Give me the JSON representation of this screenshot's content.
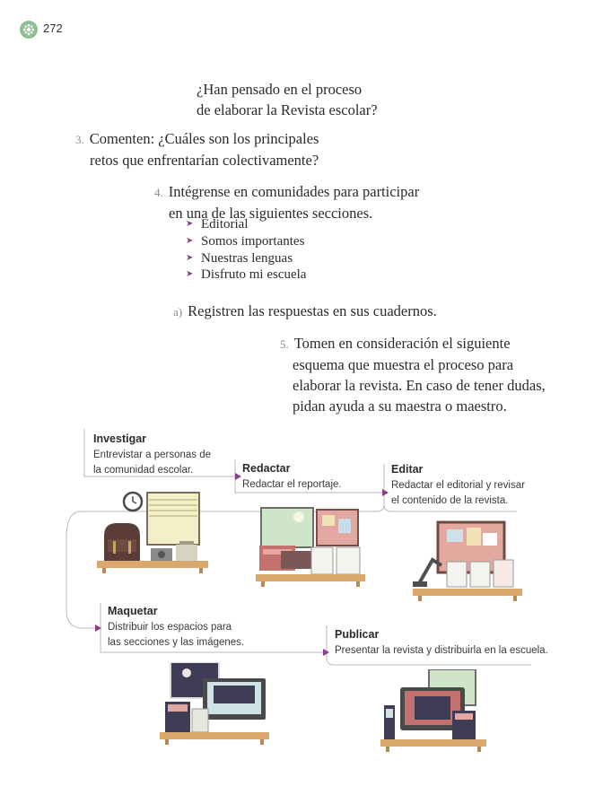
{
  "page": {
    "number": "272"
  },
  "intro": {
    "line1": "¿Han pensado en el proceso",
    "line2": "de elaborar la Revista escolar?"
  },
  "q3": {
    "num": "3.",
    "line1": "Comenten: ¿Cuáles son los principales",
    "line2": "retos que enfrentarían colectivamente?"
  },
  "q4": {
    "num": "4.",
    "line1": "Intégrense en comunidades para participar",
    "line2": "en una de las siguientes secciones.",
    "sections": [
      "Editorial",
      "Somos importantes",
      "Nuestras lenguas",
      "Disfruto mi escuela"
    ]
  },
  "qa": {
    "num": "a)",
    "text": "Registren las respuestas en sus cuadernos."
  },
  "q5": {
    "num": "5.",
    "line1": "Tomen en consideración el siguiente",
    "line2": "esquema que muestra el proceso para",
    "line3": "elaborar la revista. En caso de tener dudas,",
    "line4": "pidan ayuda a su maestra o maestro."
  },
  "diagram": {
    "investigar": {
      "title": "Investigar",
      "desc1": "Entrevistar a personas de",
      "desc2": "la comunidad escolar."
    },
    "redactar": {
      "title": "Redactar",
      "desc1": "Redactar el reportaje."
    },
    "editar": {
      "title": "Editar",
      "desc1": "Redactar el editorial y revisar",
      "desc2": "el contenido de la revista."
    },
    "maquetar": {
      "title": "Maquetar",
      "desc1": "Distribuir los espacios para",
      "desc2": "las secciones y las imágenes."
    },
    "publicar": {
      "title": "Publicar",
      "desc1": "Presentar la revista y distribuirla en la escuela."
    }
  },
  "colors": {
    "accent": "#8c3b8d",
    "badge": "#8fbf94",
    "text": "#2b2b2b"
  }
}
